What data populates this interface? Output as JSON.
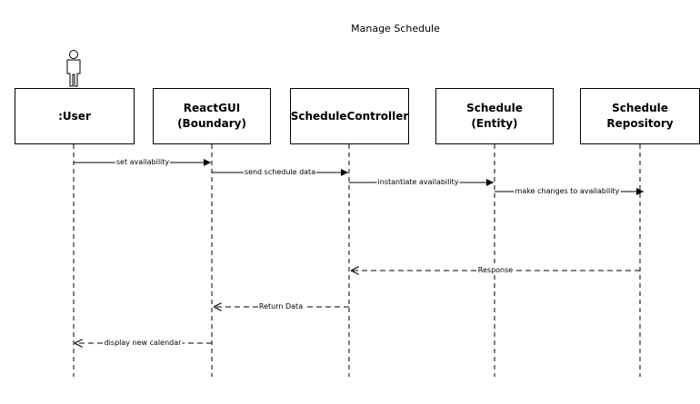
{
  "diagram": {
    "title": "Manage Schedule",
    "participants": [
      {
        "id": "user",
        "label": ":User"
      },
      {
        "id": "reactgui",
        "label": "ReactGUI\n(Boundary)"
      },
      {
        "id": "controller",
        "label": "ScheduleController"
      },
      {
        "id": "schedule",
        "label": "Schedule\n(Entity)"
      },
      {
        "id": "repository",
        "label": "Schedule Repository"
      }
    ],
    "messages": [
      {
        "label": "set availability",
        "from": "user",
        "to": "reactgui",
        "kind": "sync"
      },
      {
        "label": "send schedule data",
        "from": "reactgui",
        "to": "controller",
        "kind": "sync"
      },
      {
        "label": "instantiate availability",
        "from": "controller",
        "to": "schedule",
        "kind": "sync"
      },
      {
        "label": "make changes to availability",
        "from": "schedule",
        "to": "repository",
        "kind": "sync"
      },
      {
        "label": "Response",
        "from": "repository",
        "to": "controller",
        "kind": "return"
      },
      {
        "label": "Return Data",
        "from": "controller",
        "to": "reactgui",
        "kind": "return"
      },
      {
        "label": "display new calendar",
        "from": "reactgui",
        "to": "user",
        "kind": "return"
      }
    ]
  }
}
